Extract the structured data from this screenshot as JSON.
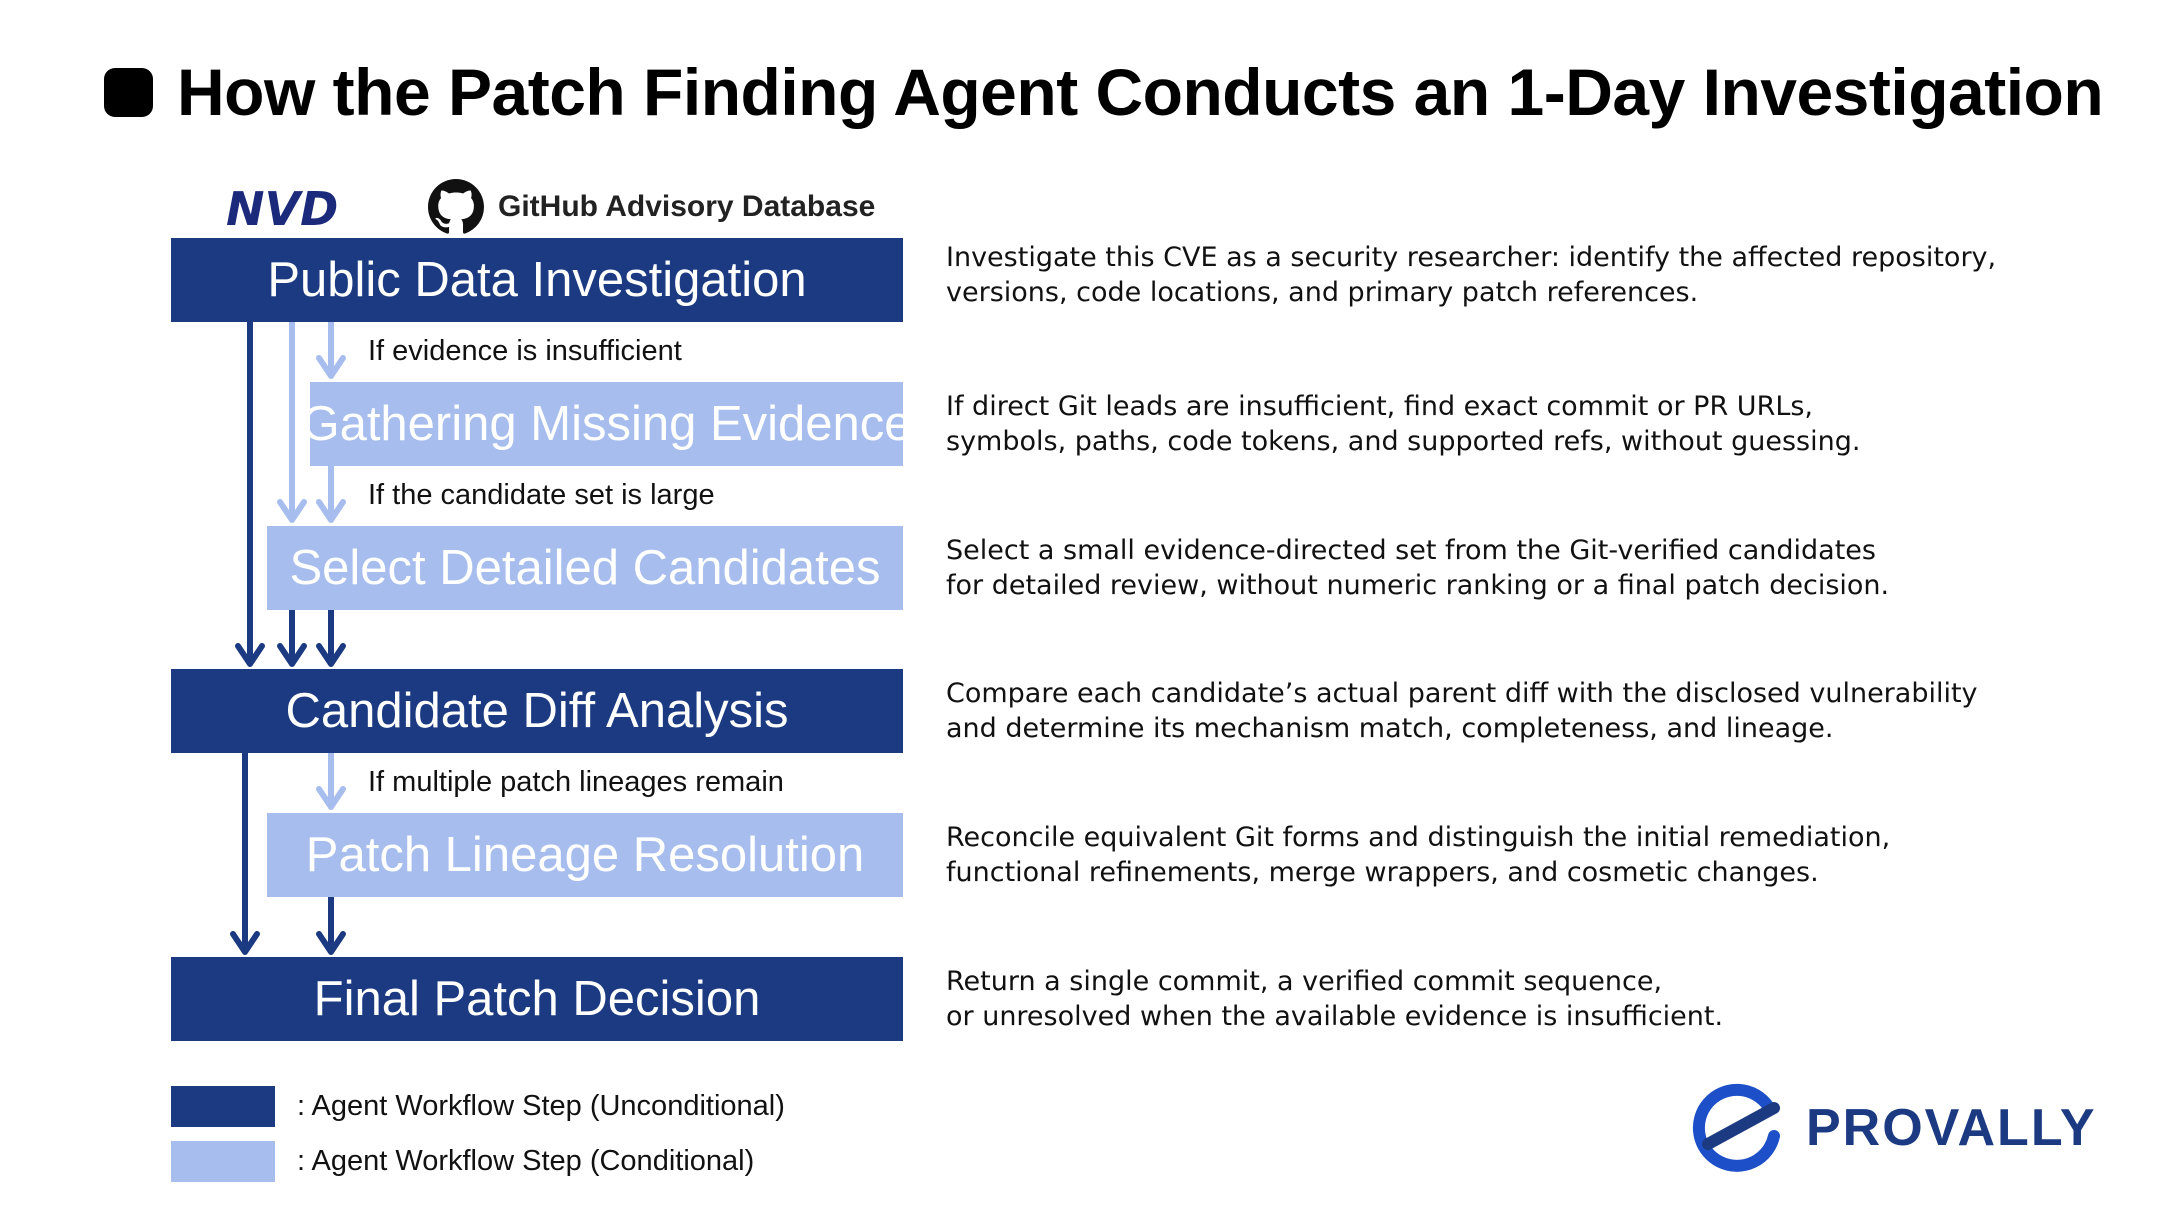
{
  "title": "How the Patch Finding Agent Conducts an 1-Day Investigation",
  "sources": {
    "nvd_logo_text": "NVD",
    "github_label": "GitHub Advisory Database"
  },
  "steps": [
    {
      "label": "Public Data Investigation",
      "kind": "unconditional",
      "description": "Investigate this CVE as a security researcher: identify the affected repository,\nversions, code locations, and primary patch references."
    },
    {
      "label": "Gathering Missing Evidence",
      "kind": "conditional",
      "description": "If direct Git leads are insufficient, find exact commit or PR URLs,\nsymbols, paths, code tokens, and supported refs, without guessing."
    },
    {
      "label": "Select Detailed Candidates",
      "kind": "conditional",
      "description": "Select a small evidence-directed set from the Git-verified candidates\nfor detailed review, without numeric ranking or a final patch decision."
    },
    {
      "label": "Candidate Diff Analysis",
      "kind": "unconditional",
      "description": "Compare each candidate’s actual parent diff with the disclosed vulnerability\nand determine its mechanism match, completeness, and lineage."
    },
    {
      "label": "Patch Lineage Resolution",
      "kind": "conditional",
      "description": "Reconcile equivalent Git forms and distinguish the initial remediation,\nfunctional refinements, merge wrappers, and cosmetic changes."
    },
    {
      "label": "Final Patch Decision",
      "kind": "unconditional",
      "description": "Return a single commit, a verified commit sequence,\nor unresolved when the available evidence is insufficient."
    }
  ],
  "conditions": [
    "If evidence is insufficient",
    "If the candidate set is large",
    "If multiple patch lineages remain"
  ],
  "legend": [
    {
      "label": ": Agent Workflow Step (Unconditional)",
      "color": "#1b3a82"
    },
    {
      "label": ": Agent Workflow Step (Conditional)",
      "color": "#a6bdee"
    }
  ],
  "brand": "PROVALLY",
  "colors": {
    "unconditional": "#1b3a82",
    "conditional": "#a6bdee",
    "brand": "#1b3a82"
  }
}
